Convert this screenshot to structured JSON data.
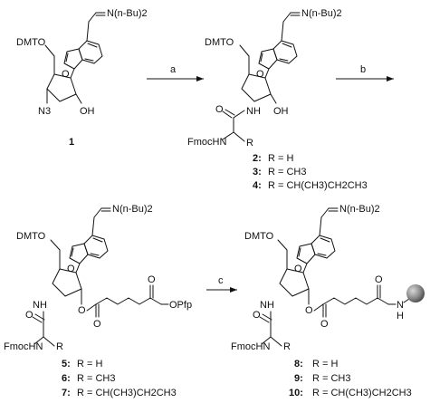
{
  "scheme": {
    "compound1": {
      "number": "1",
      "protecting": "DMTO",
      "azide": "N3",
      "hydroxyl": "OH",
      "amidine": "N(n-Bu)2"
    },
    "step_a": {
      "label": "a"
    },
    "step_b": {
      "label": "b"
    },
    "step_c": {
      "label": "c"
    },
    "compounds_2_4": {
      "protecting": "DMTO",
      "nh": "NH",
      "hydroxyl": "OH",
      "o": "O",
      "fmoc": "FmocHN",
      "r": "R",
      "amidine": "N(n-Bu)2",
      "entries": [
        {
          "number": "2:",
          "r": "R = H"
        },
        {
          "number": "3:",
          "r": "R = CH3"
        },
        {
          "number": "4:",
          "r": "R = CH(CH3)CH2CH3"
        }
      ]
    },
    "compounds_5_7": {
      "protecting": "DMTO",
      "nh": "NH",
      "o": "O",
      "fmoc": "FmocHN",
      "r": "R",
      "opfp": "OPfp",
      "amidine": "N(n-Bu)2",
      "entries": [
        {
          "number": "5:",
          "r": "R = H"
        },
        {
          "number": "6:",
          "r": "R = CH3"
        },
        {
          "number": "7:",
          "r": "R = CH(CH3)CH2CH3"
        }
      ]
    },
    "compounds_8_10": {
      "protecting": "DMTO",
      "nh": "NH",
      "o": "O",
      "fmoc": "FmocHN",
      "r": "R",
      "amide_nh": "H",
      "amide_n": "N",
      "amidine": "N(n-Bu)2",
      "entries": [
        {
          "number": "8:",
          "r": "R = H"
        },
        {
          "number": "9:",
          "r": "R = CH3"
        },
        {
          "number": "10:",
          "r": "R = CH(CH3)CH2CH3"
        }
      ]
    }
  }
}
